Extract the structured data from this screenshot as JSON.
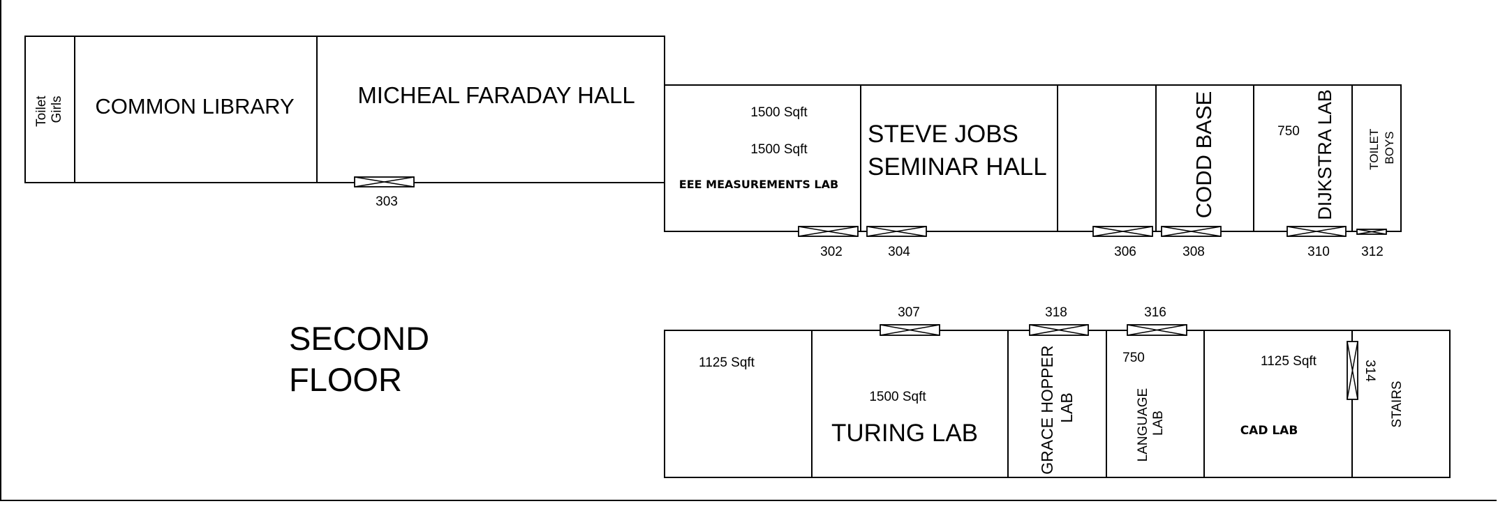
{
  "floor_title": [
    "SECOND",
    "FLOOR"
  ],
  "rooms": {
    "toilet_girls": [
      "Toilet",
      "Girls"
    ],
    "common_library": "COMMON LIBRARY",
    "faraday_hall": "MICHEAL FARADAY HALL",
    "eee_lab": {
      "area_1": "1500 Sqft",
      "area_2": "1500 Sqft",
      "name": "EEE MEASUREMENTS LAB"
    },
    "steve_jobs": [
      "STEVE JOBS",
      "SEMINAR HALL"
    ],
    "codd_base": "CODD BASE",
    "dijkstra": {
      "area": "750",
      "name": "DIJKSTRA LAB"
    },
    "toilet_boys": [
      "TOILET",
      "BOYS"
    ],
    "south_west": {
      "area": "1125 Sqft"
    },
    "turing_lab": {
      "area": "1500 Sqft",
      "name": "TURING LAB"
    },
    "grace_hopper": [
      "GRACE HOPPER",
      "LAB"
    ],
    "language_lab": {
      "area": "750",
      "name": [
        "LANGUAGE",
        "LAB"
      ]
    },
    "cad_lab": {
      "area": "1125 Sqft",
      "name": "CAD LAB"
    },
    "stairs": "STAIRS"
  },
  "doors": {
    "d303": "303",
    "d302": "302",
    "d304": "304",
    "d306": "306",
    "d308": "308",
    "d310": "310",
    "d312": "312",
    "d307": "307",
    "d318": "318",
    "d316": "316",
    "d314": "314"
  }
}
